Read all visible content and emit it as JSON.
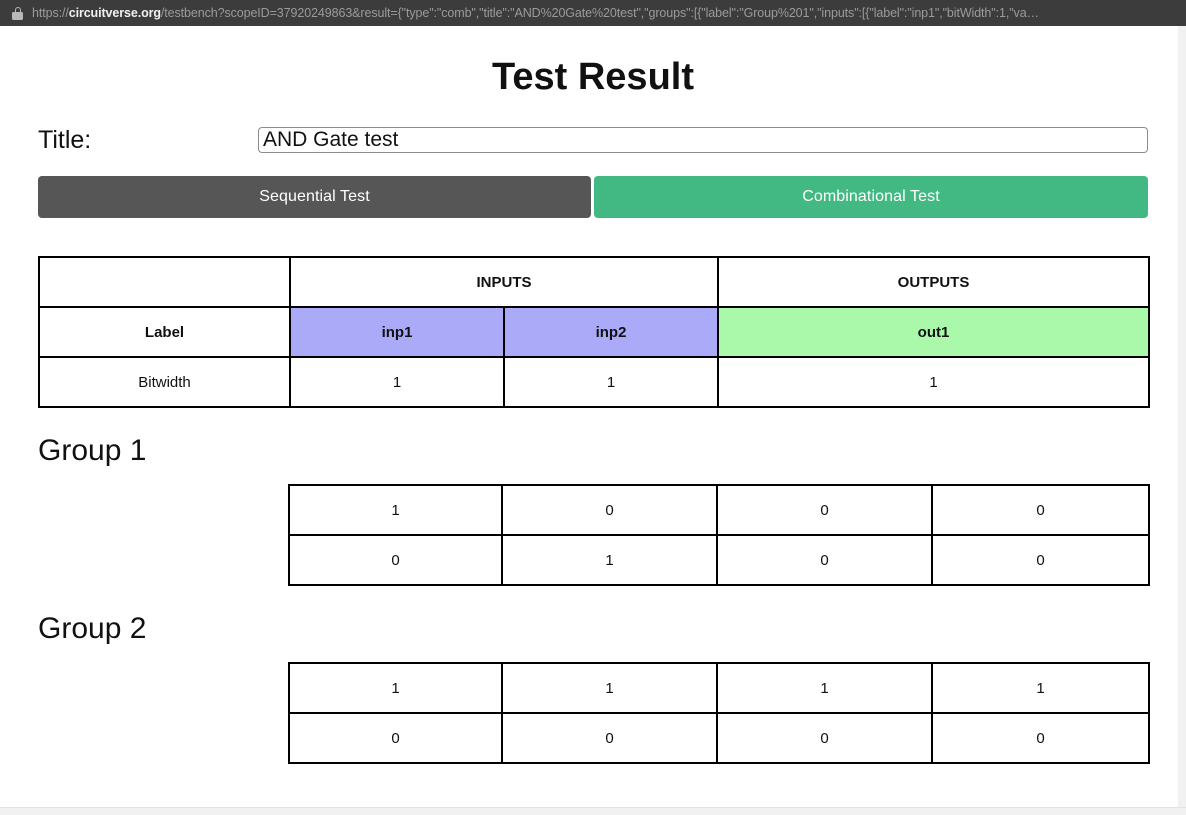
{
  "browser": {
    "lock_icon": "lock-icon",
    "url_scheme": "https://",
    "url_host": "circuitverse.org",
    "url_path": "/testbench?scopeID=37920249863&result={\"type\":\"comb\",\"title\":\"AND%20Gate%20test\",\"groups\":[{\"label\":\"Group%201\",\"inputs\":[{\"label\":\"inp1\",\"bitWidth\":1,\"va…",
    "url_full": "https://circuitverse.org/testbench?scopeID=37920249863&result={\"type\":\"comb\",\"title\":\"AND%20Gate%20test\",\"groups\":[{\"label\":\"Group%201\",\"inputs\":[{\"label\":\"inp1\",\"bitWidth\":1,\"va…"
  },
  "page": {
    "heading": "Test Result",
    "title_label": "Title:",
    "title_value": "AND Gate test",
    "title_placeholder": "Title"
  },
  "modes": {
    "sequential_label": "Sequential Test",
    "combinational_label": "Combinational Test",
    "active": "Combinational Test",
    "sequential_color": "#565656",
    "combinational_color": "#42b983"
  },
  "io_table": {
    "header": {
      "blank": "",
      "inputs": "INPUTS",
      "outputs": "OUTPUTS"
    },
    "rows": [
      {
        "row_label": "Label",
        "inputs": [
          "inp1",
          "inp2"
        ],
        "outputs": [
          "out1"
        ]
      },
      {
        "row_label": "Bitwidth",
        "inputs": [
          "1",
          "1"
        ],
        "outputs": [
          "1"
        ]
      }
    ],
    "input_cell_color": "#aaaaf9",
    "output_cell_color": "#aaf9aa"
  },
  "groups": [
    {
      "label": "Group 1",
      "rows": [
        {
          "cells": [
            "1",
            "0",
            "0"
          ],
          "output": "0"
        },
        {
          "cells": [
            "0",
            "1",
            "0"
          ],
          "output": "0"
        }
      ]
    },
    {
      "label": "Group 2",
      "rows": [
        {
          "cells": [
            "1",
            "1",
            "1"
          ],
          "output": "1"
        },
        {
          "cells": [
            "0",
            "0",
            "0"
          ],
          "output": "0"
        }
      ]
    }
  ],
  "colors": {
    "output_text": "#008000",
    "border": "#000000",
    "urlbar_bg": "#3c3c3c"
  }
}
